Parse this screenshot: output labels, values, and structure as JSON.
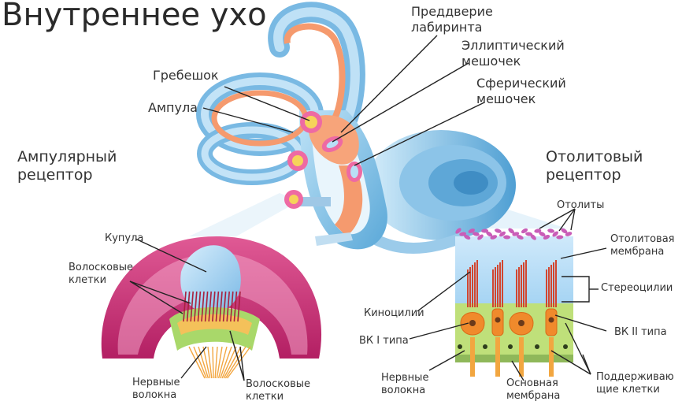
{
  "title": "Внутреннее ухо",
  "ear_labels": {
    "vestibule": "Преддверие\nлабиринта",
    "utricle": "Эллиптический\nмешочек",
    "saccule": "Сферический\nмешочек",
    "crista": "Гребешок",
    "ampulla": "Ампула"
  },
  "ampullar": {
    "heading": "Ампулярный\nрецептор",
    "cupula": "Купула",
    "hair_cells_top": "Волосковые\nклетки",
    "nerve_fibers": "Нервные\nволокна",
    "hair_cells_bottom": "Волосковые\nклетки"
  },
  "otolith": {
    "heading": "Отолитовый\nрецептор",
    "otoliths": "Отолиты",
    "otolith_membrane": "Отолитовая\nмембрана",
    "stereocilia": "Стереоцилии",
    "kinocilia": "Киноцилии",
    "hc_type1": "ВК I типа",
    "hc_type2": "ВК II типа",
    "nerve_fibers": "Нервные\nволокна",
    "basement_membrane": "Основная\nмембрана",
    "supporting_cells": "Поддерживаю\nщие клетки"
  }
}
